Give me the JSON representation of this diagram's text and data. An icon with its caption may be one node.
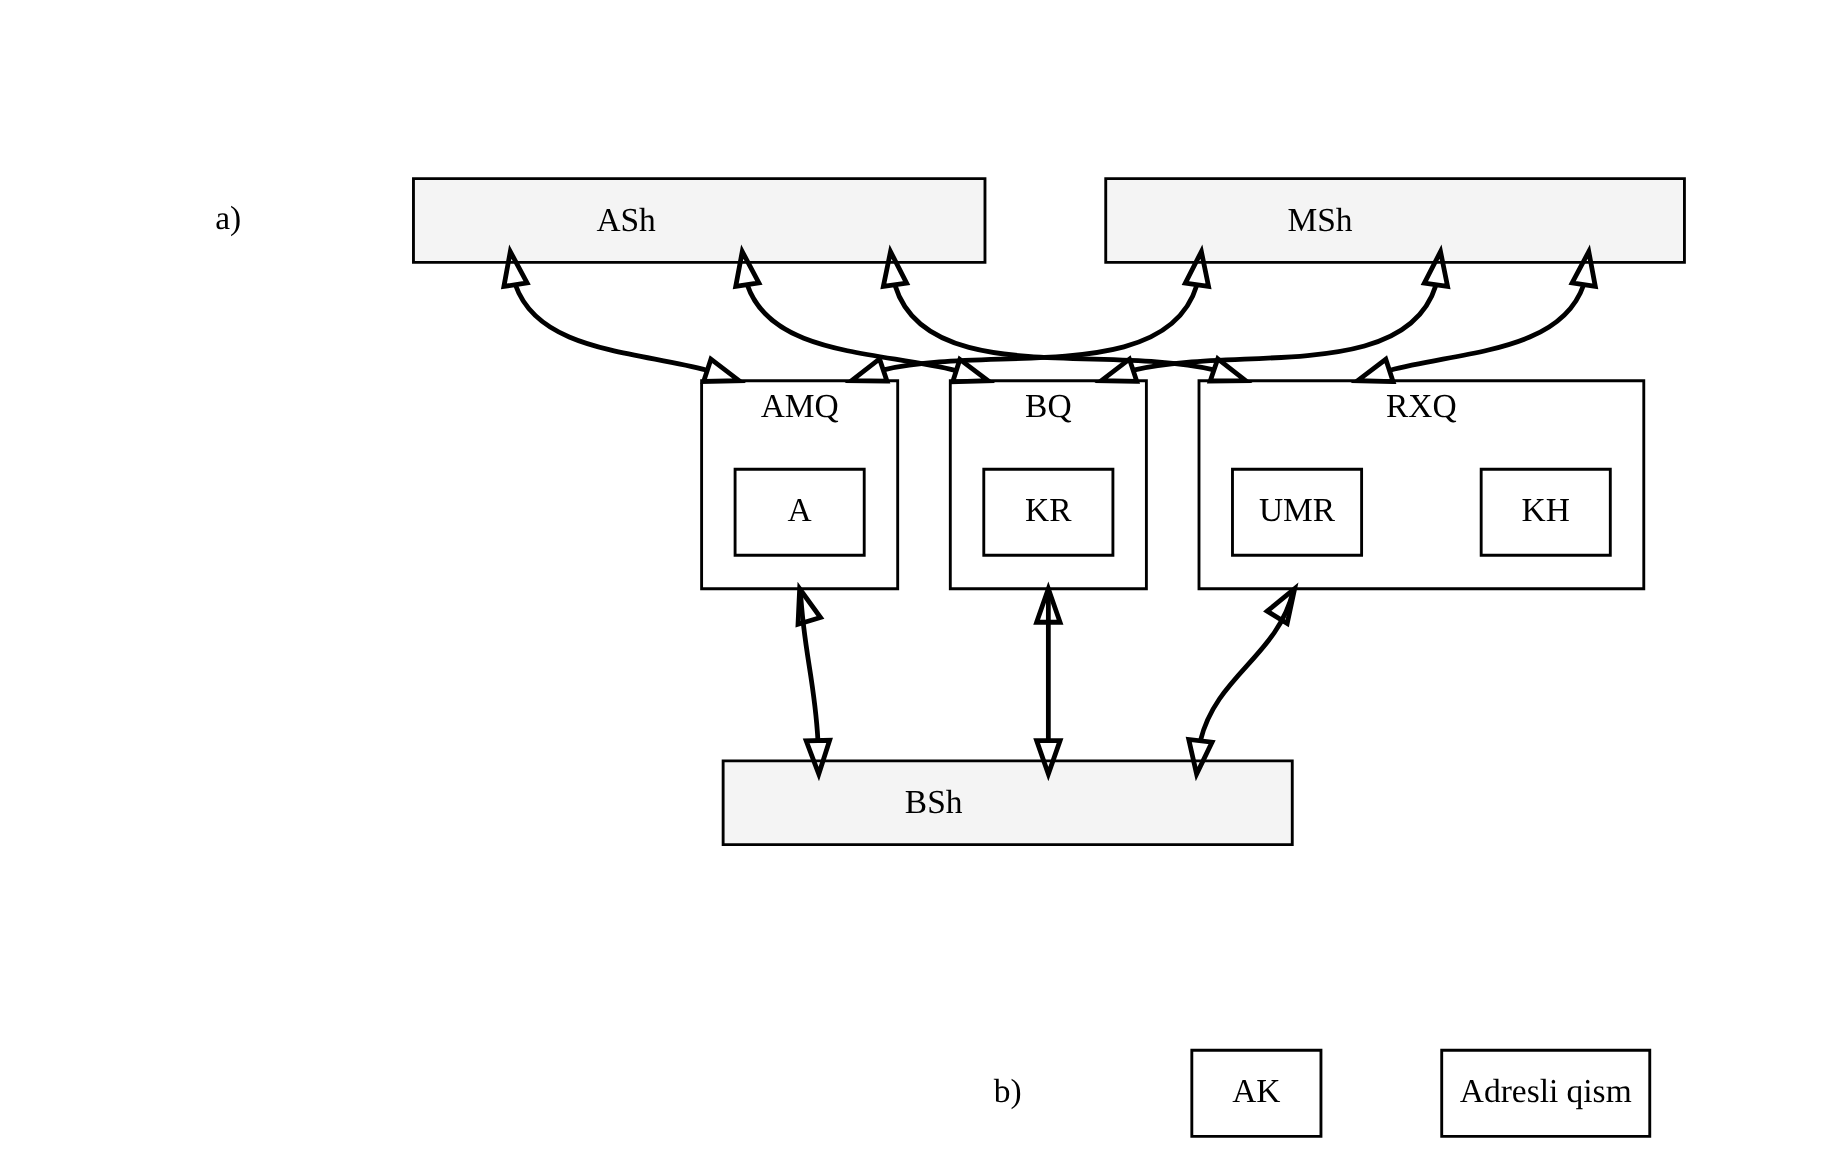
{
  "diagram": {
    "nodes": [
      {
        "text": [
          "MSh"
        ]
      },
      {
        "text": [
          "ASh"
        ]
      },
      {
        "text": [
          "AMQ"
        ]
      },
      {
        "text": [
          "A"
        ],
        "in": 2
      },
      {
        "text": [
          "BQ"
        ]
      },
      {
        "text": [
          "KR"
        ],
        "in": 4
      },
      {
        "text": [
          "RXQ"
        ]
      },
      {
        "text": [
          "KH"
        ],
        "in": 6
      },
      {
        "text": [
          "UMR"
        ],
        "in": 6
      },
      {
        "text": [
          "BSh"
        ]
      },
      {
        "text": [
          "AK"
        ]
      },
      {
        "text": [
          "Adresli qism"
        ]
      }
    ],
    "edges": [
      {
        "from": 1,
        "to": 2,
        "arrow": "both"
      },
      {
        "from": 0,
        "to": 2,
        "arrow": "both"
      },
      {
        "from": 1,
        "to": 4,
        "arrow": "both"
      },
      {
        "from": 0,
        "to": 4,
        "arrow": "both"
      },
      {
        "from": 1,
        "to": 6,
        "arrow": "both"
      },
      {
        "from": 0,
        "to": 6,
        "arrow": "both"
      },
      {
        "from": 2,
        "to": 9,
        "arrow": "both"
      },
      {
        "from": 4,
        "to": 9,
        "arrow": "both"
      },
      {
        "from": 6,
        "to": 9,
        "arrow": "both"
      }
    ],
    "labels": [
      "a)",
      "b)"
    ]
  }
}
